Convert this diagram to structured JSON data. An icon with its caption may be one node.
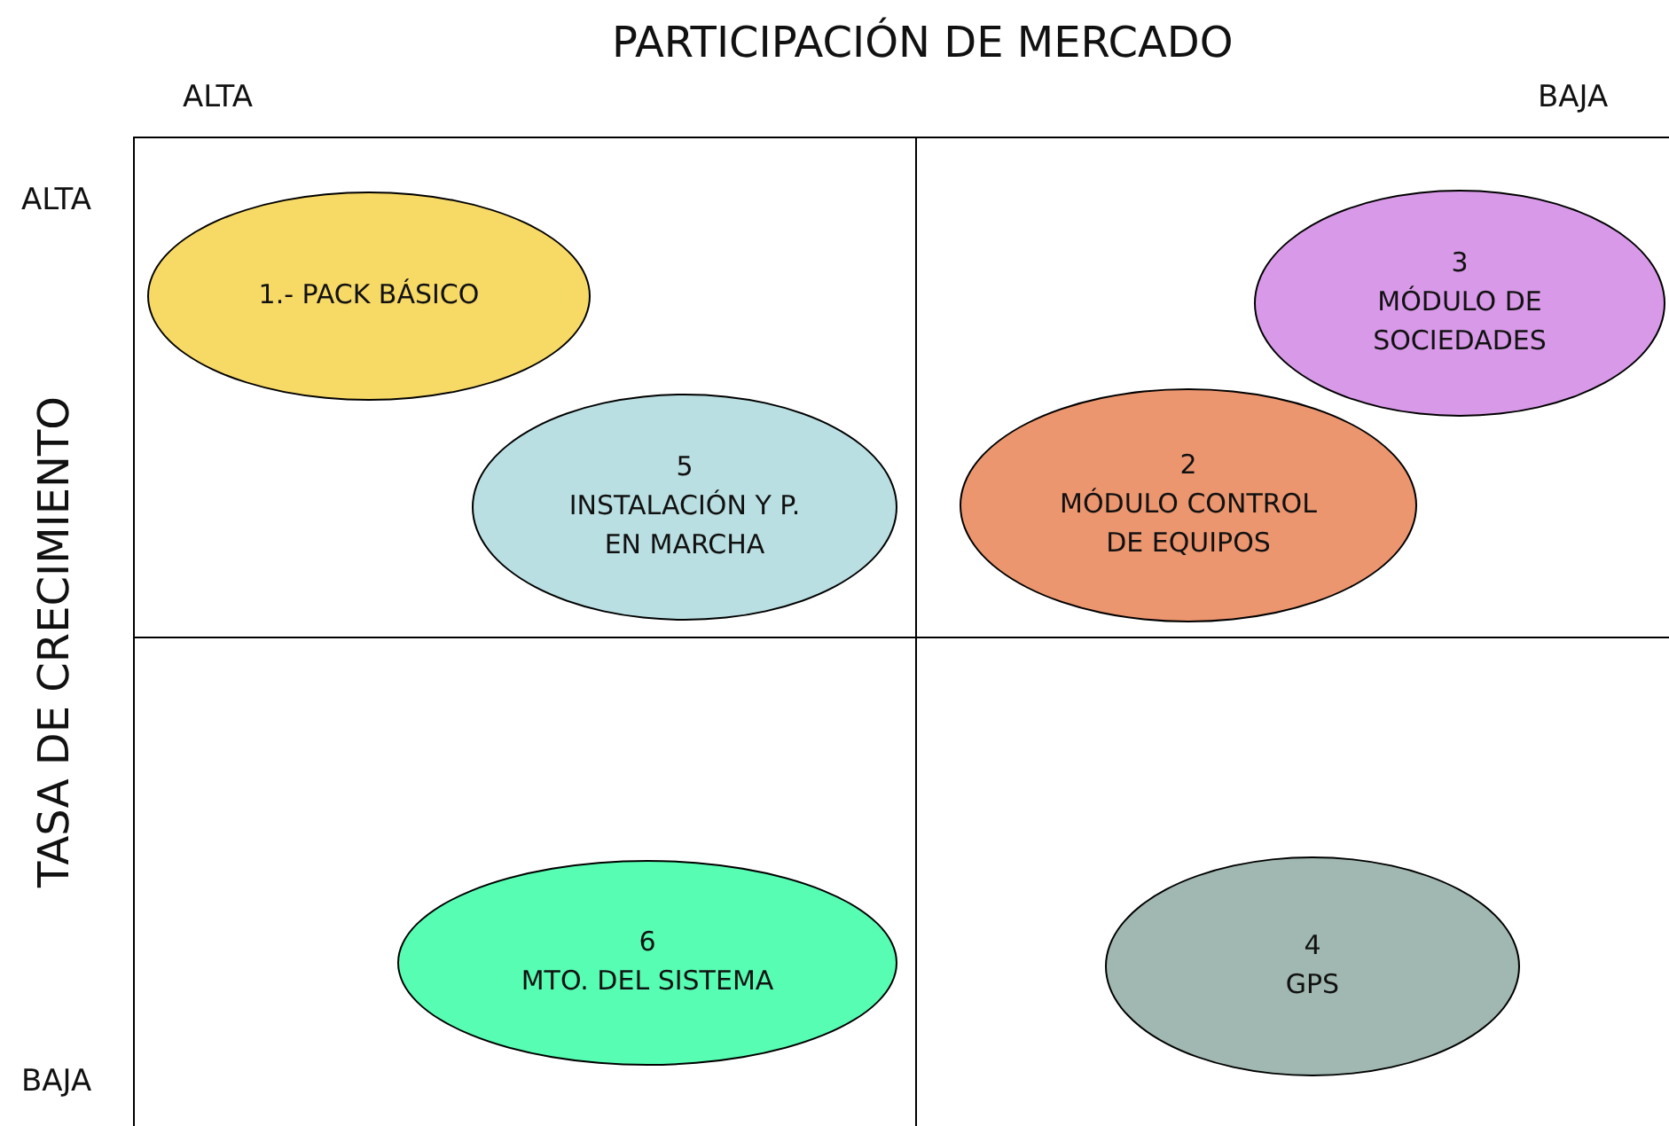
{
  "diagram": {
    "nodes": [
      {
        "text": [
          "1.- PACK BÁSICO"
        ]
      },
      {
        "text": [
          "3",
          "MÓDULO DE SOCIEDADES"
        ]
      },
      {
        "text": [
          "5",
          "INSTALACIÓN Y P. EN MARCHA"
        ]
      },
      {
        "text": [
          "2",
          "MÓDULO CONTROL DE EQUIPOS"
        ]
      },
      {
        "text": [
          "6",
          "MTO. DEL SISTEMA"
        ]
      },
      {
        "text": [
          "4",
          "GPS"
        ]
      }
    ],
    "labels": [
      "PARTICIPACIÓN DE MERCADO",
      "ALTA",
      "BAJA",
      "ALTA",
      "TASA DE CRECIMIENTO",
      "BAJA"
    ]
  }
}
